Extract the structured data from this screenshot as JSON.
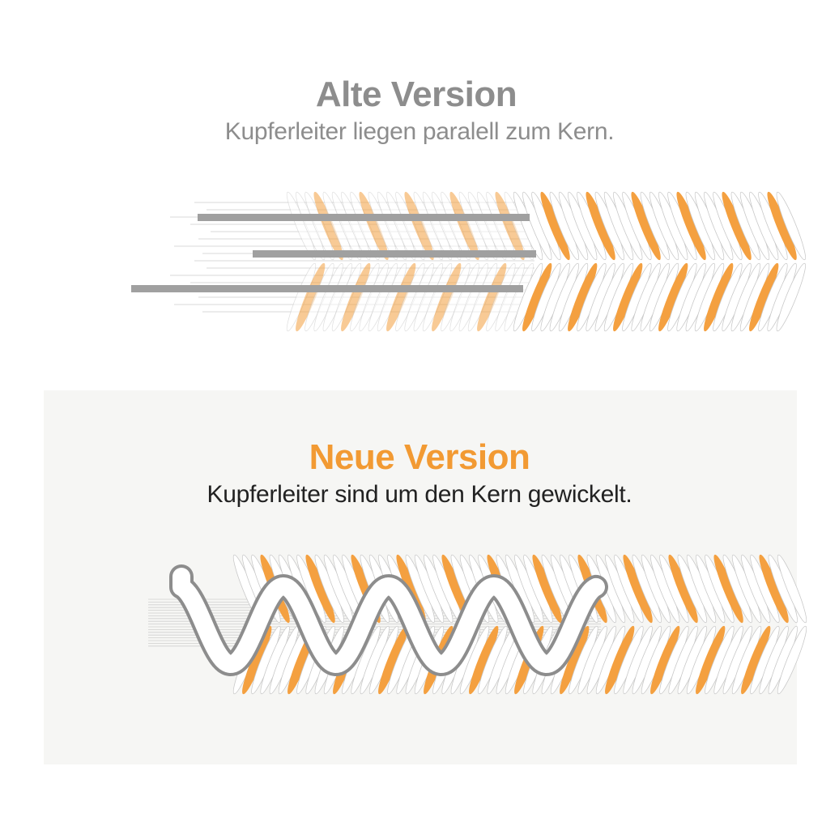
{
  "old_version": {
    "title": "Alte Version",
    "subtitle": "Kupferleiter liegen paralell zum Kern.",
    "title_color": "#8d8d8d",
    "conductor_color": "#a0a0a0"
  },
  "new_version": {
    "title": "Neue Version",
    "subtitle": "Kupferleiter sind um den Kern gewickelt.",
    "title_color": "#f29a33",
    "background_color": "#f6f6f4",
    "conductor_color": "#8d8d8d"
  },
  "colors": {
    "braid_orange": "#f4a040",
    "braid_white": "#ffffff",
    "outline_gray": "#c8c8c8"
  }
}
